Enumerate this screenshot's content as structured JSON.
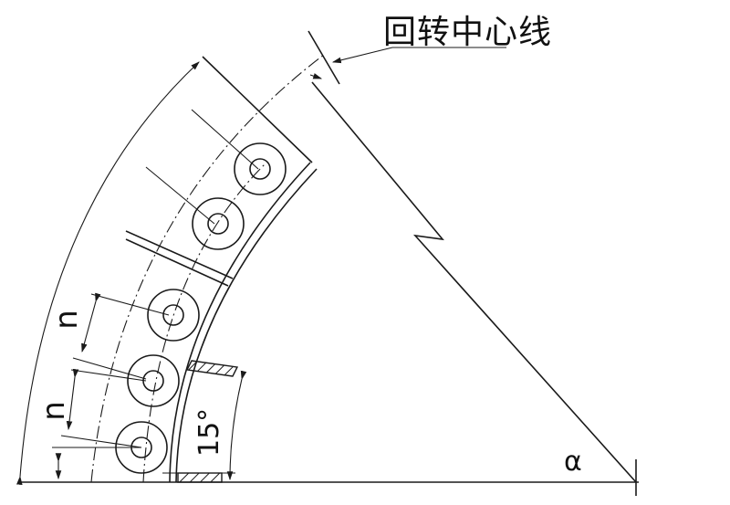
{
  "diagram": {
    "title_label": "回转中心线",
    "angle_label": "α",
    "angle_value_label": "15°",
    "spacing_label_1": "n",
    "spacing_label_2": "n",
    "roller_count": 5,
    "colors": {
      "line": "#1a1a1a",
      "background": "#ffffff"
    }
  }
}
